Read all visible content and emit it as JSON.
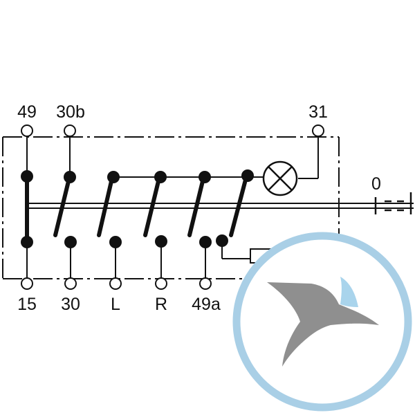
{
  "diagram": {
    "terminals_top": [
      "49",
      "30b",
      "31"
    ],
    "terminals_bottom": [
      "15",
      "30",
      "L",
      "R",
      "49a"
    ],
    "position_label": "0"
  },
  "watermark": {
    "description": "circular bird logo",
    "ring_color": "#a9cfe6",
    "bird_color": "#8f8f8f",
    "accent_color": "#a9d4ec"
  }
}
